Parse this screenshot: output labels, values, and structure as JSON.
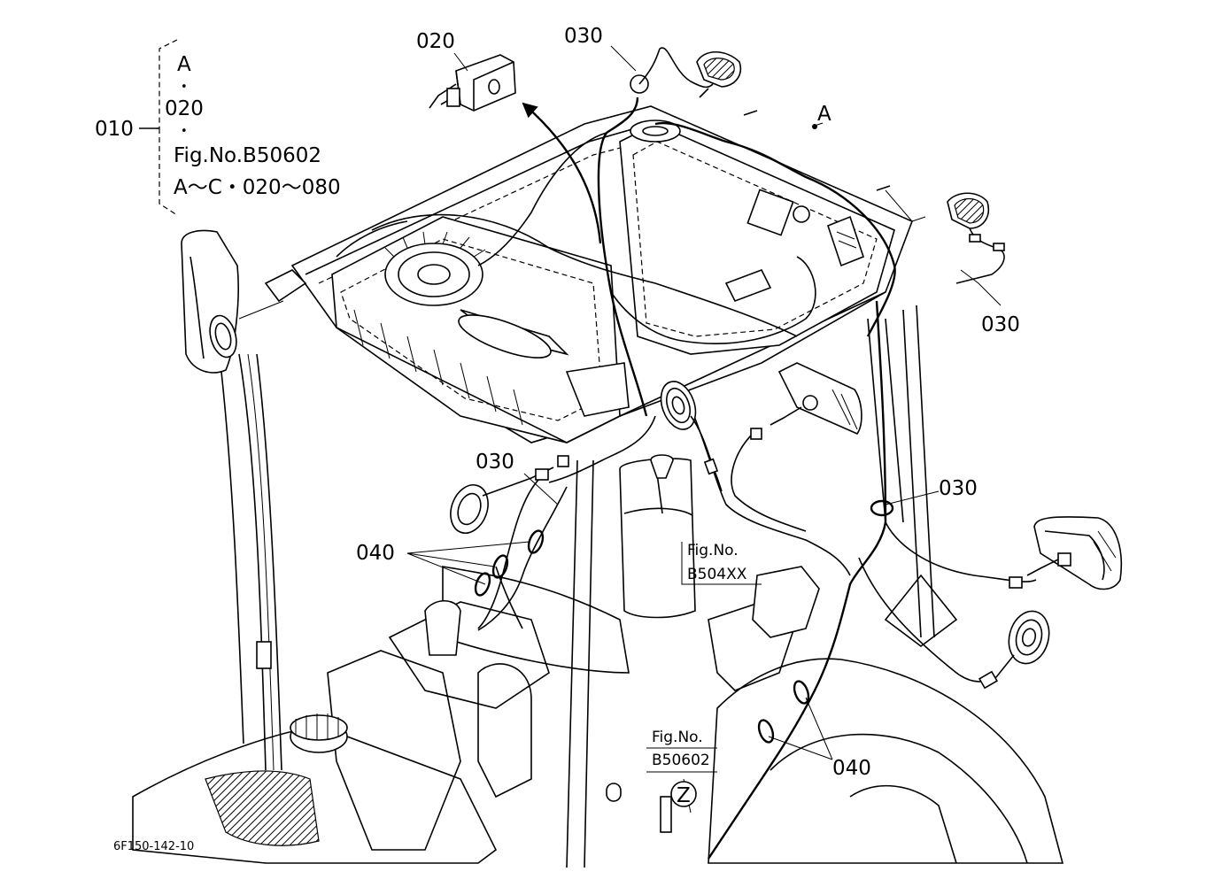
{
  "labels": {
    "group_010": "010",
    "group_item_a": "A",
    "group_dot1": "•",
    "group_item_020": "020",
    "group_dot2": "•",
    "group_ref_fig": "Fig.No.B50602",
    "group_ref_range": "A～C・020～080",
    "part_020": "020",
    "part_030_top": "030",
    "part_a_top": "A",
    "part_030_right": "030",
    "part_030_mid_left": "030",
    "part_030_mid_right": "030",
    "part_040_left": "040",
    "part_040_right": "040",
    "ref_fig_b504xx_l1": "Fig.No.",
    "ref_fig_b504xx_l2": "B504XX",
    "ref_fig_b50602_l1": "Fig.No.",
    "ref_fig_b50602_l2": "B50602",
    "ref_z": "Z",
    "drawing_id": "6F150-142-10"
  }
}
